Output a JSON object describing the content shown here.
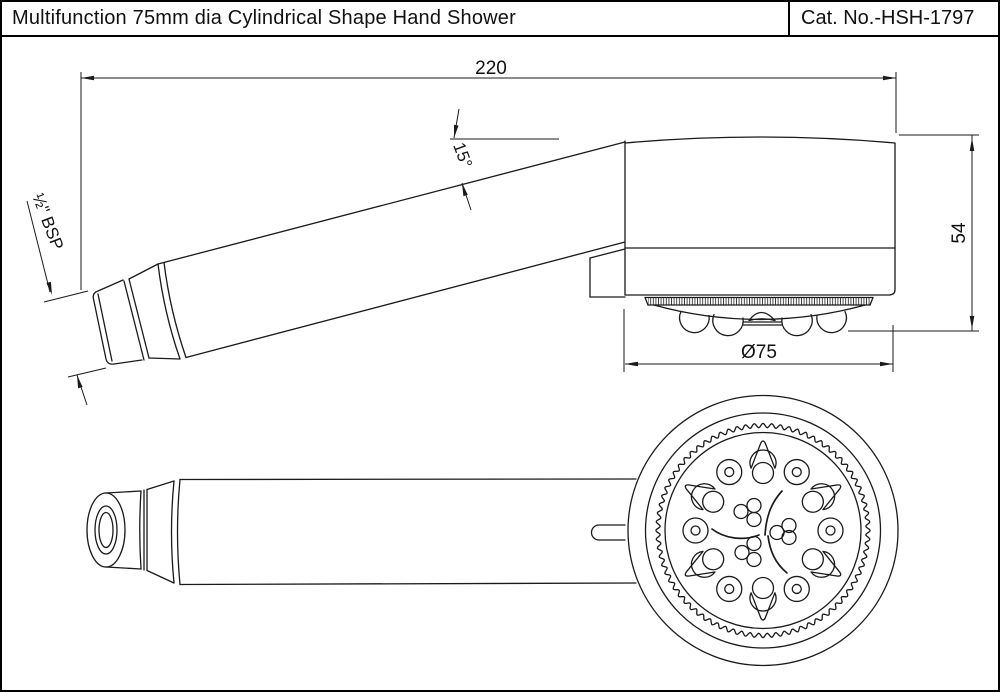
{
  "title_block": {
    "title": "Multifunction 75mm dia Cylindrical Shape Hand Shower",
    "catalog_no": "Cat. No.-HSH-1797"
  },
  "dimensions": {
    "overall_length": "220",
    "spray_angle": "15°",
    "inlet_thread": "½\" BSP",
    "head_height": "54",
    "head_diameter": "Ø75"
  }
}
